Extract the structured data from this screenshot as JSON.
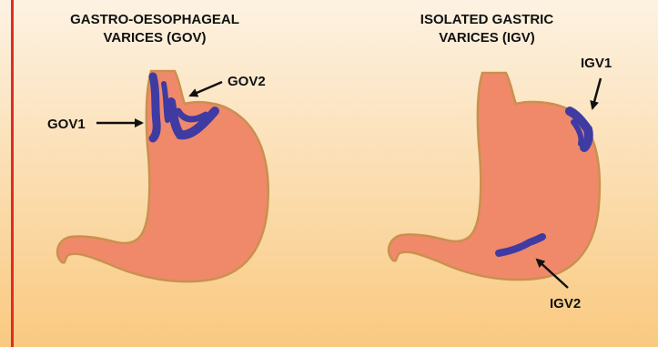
{
  "panels": [
    {
      "title_line1": "GASTRO-OESOPHAGEAL",
      "title_line2": "VARICES (GOV)",
      "labels": [
        "GOV1",
        "GOV2"
      ]
    },
    {
      "title_line1": "ISOLATED GASTRIC",
      "title_line2": "VARICES (IGV)",
      "labels": [
        "IGV1",
        "IGV2"
      ]
    }
  ],
  "colors": {
    "stomach_fill": "#f0896a",
    "stomach_outline": "#c9914e",
    "varices": "#3f3ba3",
    "accent_rule": "#e32a25"
  }
}
